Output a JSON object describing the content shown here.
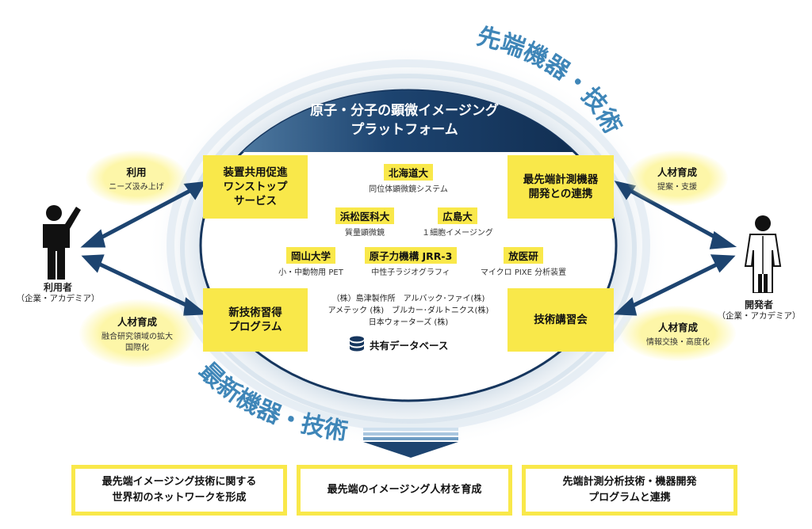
{
  "platform": {
    "title": "原子・分子の顕微イメージング\nプラットフォーム"
  },
  "arc_top": "先端機器・技術",
  "arc_bottom": "最新機器・技術",
  "services": {
    "one_stop": "装置共用促進\nワンストップ\nサービス",
    "program": "新技術習得\nプログラム",
    "dev": "最先端計測機器\n開発との連携",
    "seminar": "技術講習会"
  },
  "bubbles": {
    "use": {
      "title": "利用",
      "sub": "ニーズ汲み上げ"
    },
    "hr_left": {
      "title": "人材育成",
      "sub": "融合研究領域の拡大\n国際化"
    },
    "hr_right_top": {
      "title": "人材育成",
      "sub": "提案・支援"
    },
    "hr_right_bottom": {
      "title": "人材育成",
      "sub": "情報交換・高度化"
    }
  },
  "institutions": [
    {
      "name": "北海道大",
      "desc": "同位体顕微鏡システム"
    },
    {
      "name": "浜松医科大",
      "desc": "質量顕微鏡"
    },
    {
      "name": "広島大",
      "desc": "１細胞イメージング"
    },
    {
      "name": "岡山大学",
      "desc": "小・中動物用 PET"
    },
    {
      "name": "原子力機構 JRR-3",
      "desc": "中性子ラジオグラフィ"
    },
    {
      "name": "放医研",
      "desc": "マイクロ PIXE 分析装置"
    }
  ],
  "companies": "（株）島津製作所　アルバック･ファイ(株)\nアメテック (株)　ブルカー･ダルトニクス(株)\n日本ウォーターズ (株)",
  "database": "共有データベース",
  "users": {
    "title": "利用者",
    "sub": "（企業・アカデミア）"
  },
  "developers": {
    "title": "開発者",
    "sub": "（企業・アカデミア）"
  },
  "outcomes": [
    "最先端イメージング技術に関する\n世界初のネットワークを形成",
    "最先端のイメージング人材を育成",
    "先端計測分析技術・機器開発\nプログラムと連携"
  ],
  "colors": {
    "navy": "#16365e",
    "yellow": "#f9e84a",
    "arc_text": "#3f86b8"
  },
  "icons": [
    "user-raising-hand-icon",
    "scientist-icon",
    "database-icon",
    "down-arrow-icon"
  ]
}
